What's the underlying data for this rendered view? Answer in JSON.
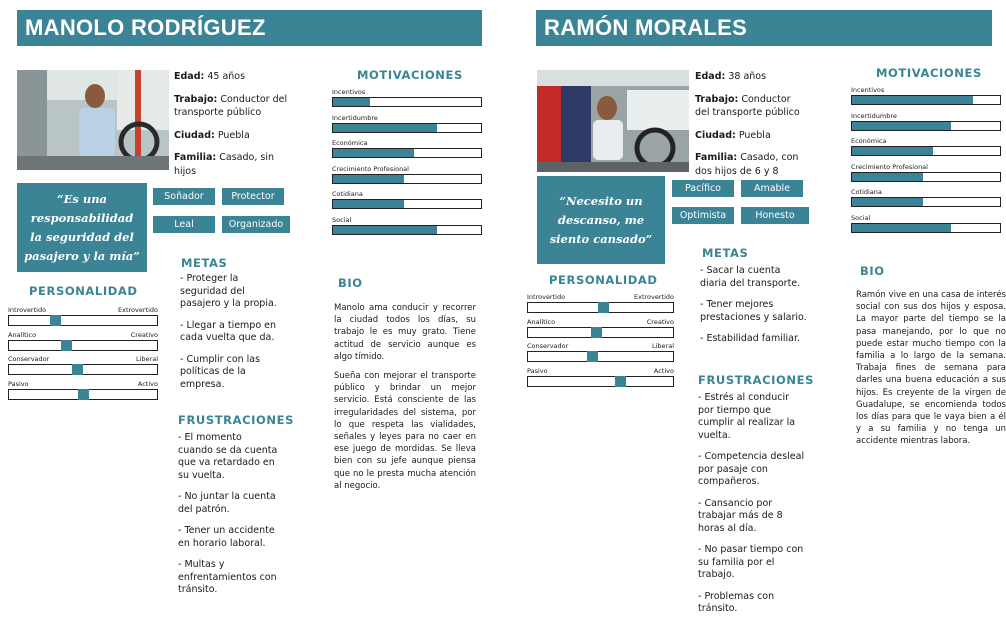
{
  "personas": [
    {
      "name": "MANOLO RODRÍGUEZ",
      "edad_label": "Edad:",
      "edad_value": "45 años",
      "trabajo_label": "Trabajo:",
      "trabajo_value": "Conductor del transporte público",
      "ciudad_label": "Ciudad:",
      "ciudad_value": "Puebla",
      "familia_label": "Familia:",
      "familia_value": "Casado, sin hijos",
      "quote": "“Es una responsabilidad la seguridad del pasajero y la mía”",
      "tags": [
        "Soñador",
        "Protector",
        "Leal",
        "Organizado"
      ],
      "motivaciones_title": "MOTIVACIONES",
      "motivaciones": [
        {
          "label": "Incentivos",
          "level": 0.25
        },
        {
          "label": "Incertidumbre",
          "level": 0.7
        },
        {
          "label": "Económica",
          "level": 0.55
        },
        {
          "label": "Crecimiento Profesional",
          "level": 0.48
        },
        {
          "label": "Cotidiana",
          "level": 0.48
        },
        {
          "label": "Social",
          "level": 0.7
        }
      ],
      "personalidad_title": "PERSONALIDAD",
      "personalidad": [
        {
          "left": "Introvertido",
          "right": "Extrovertido",
          "position": 0.3
        },
        {
          "left": "Analítico",
          "right": "Creativo",
          "position": 0.38
        },
        {
          "left": "Conservador",
          "right": "Liberal",
          "position": 0.46
        },
        {
          "left": "Pasivo",
          "right": "Activo",
          "position": 0.5
        }
      ],
      "metas_title": "METAS",
      "metas": [
        "- Proteger la seguridad del pasajero y la propia.",
        "- Llegar a tiempo en cada vuelta que da.",
        "- Cumplir con las políticas de la empresa."
      ],
      "frustraciones_title": "FRUSTRACIONES",
      "frustraciones": [
        "- El momento cuando se da cuenta que va retardado en su vuelta.",
        "- No juntar la cuenta del patrón.",
        "- Tener un accidente en horario laboral.",
        "- Multas y enfrentamientos con tránsito."
      ],
      "bio_title": "BIO",
      "bio": [
        "Manolo ama conducir y recorrer la ciudad todos los días, su trabajo le es muy grato. Tiene actitud de servicio aunque es algo tímido.",
        "Sueña con mejorar el transporte público y brindar un mejor servicio. Está consciente de las irregularidades del sistema, por lo que respeta las vialidades, señales y leyes para no caer en ese juego de mordidas. Se lleva bien con su jefe aunque piensa que no le presta mucha atención al negocio."
      ]
    },
    {
      "name": "RAMÓN MORALES",
      "edad_label": "Edad:",
      "edad_value": "38 años",
      "trabajo_label": "Trabajo:",
      "trabajo_value": "Conductor del transporte público",
      "ciudad_label": "Ciudad:",
      "ciudad_value": "Puebla",
      "familia_label": "Familia:",
      "familia_value": "Casado, con dos hijos de 6 y 8 años.",
      "quote": "“Necesito un descanso, me siento cansado”",
      "tags": [
        "Pacífico",
        "Amable",
        "Optimista",
        "Honesto"
      ],
      "motivaciones_title": "MOTIVACIONES",
      "motivaciones": [
        {
          "label": "Incentivos",
          "level": 0.82
        },
        {
          "label": "Incertidumbre",
          "level": 0.67
        },
        {
          "label": "Económica",
          "level": 0.55
        },
        {
          "label": "Crecimiento Profesional",
          "level": 0.48
        },
        {
          "label": "Cotidiana",
          "level": 0.48
        },
        {
          "label": "Social",
          "level": 0.67
        }
      ],
      "personalidad_title": "PERSONALIDAD",
      "personalidad": [
        {
          "left": "Introvertido",
          "right": "Extrovertido",
          "position": 0.52
        },
        {
          "left": "Analítico",
          "right": "Creativo",
          "position": 0.47
        },
        {
          "left": "Conservador",
          "right": "Liberal",
          "position": 0.44
        },
        {
          "left": "Pasivo",
          "right": "Activo",
          "position": 0.65
        }
      ],
      "metas_title": "METAS",
      "metas": [
        "- Sacar la cuenta diaria del transporte.",
        "- Tener mejores prestaciones y salario.",
        "- Estabilidad familiar."
      ],
      "frustraciones_title": "FRUSTRACIONES",
      "frustraciones": [
        "- Estrés al conducir por tiempo que cumplir al realizar la vuelta.",
        "- Competencia desleal por pasaje con compañeros.",
        "- Cansancio por trabajar más de 8 horas al día.",
        "- No pasar tiempo con su familia por el trabajo.",
        "- Problemas con tránsito."
      ],
      "bio_title": "BIO",
      "bio": [
        "Ramón vive en una casa de interés social con sus dos hijos y esposa. La mayor parte del tiempo se la pasa manejando, por lo que no puede estar mucho tiempo con la familia a lo largo de la semana. Trabaja fines de semana para darles una buena educación a sus hijos. Es creyente de la virgen de Guadalupe, se encomienda todos los días para que le vaya bien a él y a su familia y no tenga un accidente mientras labora."
      ]
    }
  ],
  "colors": {
    "accent": "#3a8496"
  }
}
